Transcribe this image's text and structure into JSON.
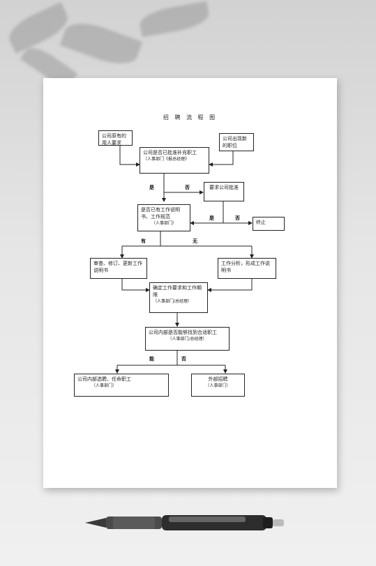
{
  "document": {
    "title": "招 聘 流 程 图",
    "boxes": {
      "existing_staff": "公司原有的用人要求",
      "vacant_position": "公司出现新的职位",
      "approve": "公司是否已批准补充职工",
      "approve_sub": "（人事部门《报总经理》",
      "report": "要求公司批准",
      "has_jd": "是否已有工作说明书、工作规范",
      "has_jd_sub": "（人事部门）",
      "stop": "终止",
      "revise": "审查、修订、更新工作说明书",
      "analysis": "工作分析，形成工作说明书",
      "confirm": "确定工作要求和工作期限",
      "confirm_sub": "（人事部门/总经理）",
      "internal": "公司内部是否能够找到合适职工",
      "internal_sub": "（人事部门/总经理）",
      "internal_select": "公司内部选聘、任命职工",
      "internal_select_sub": "（人事部门）",
      "external": "外部招聘",
      "external_sub": "（人事部门）"
    },
    "labels": {
      "yes1": "是",
      "no1": "否",
      "yes2": "是",
      "no2": "否",
      "have": "有",
      "none": "无",
      "can": "能",
      "cannot": "否"
    }
  }
}
